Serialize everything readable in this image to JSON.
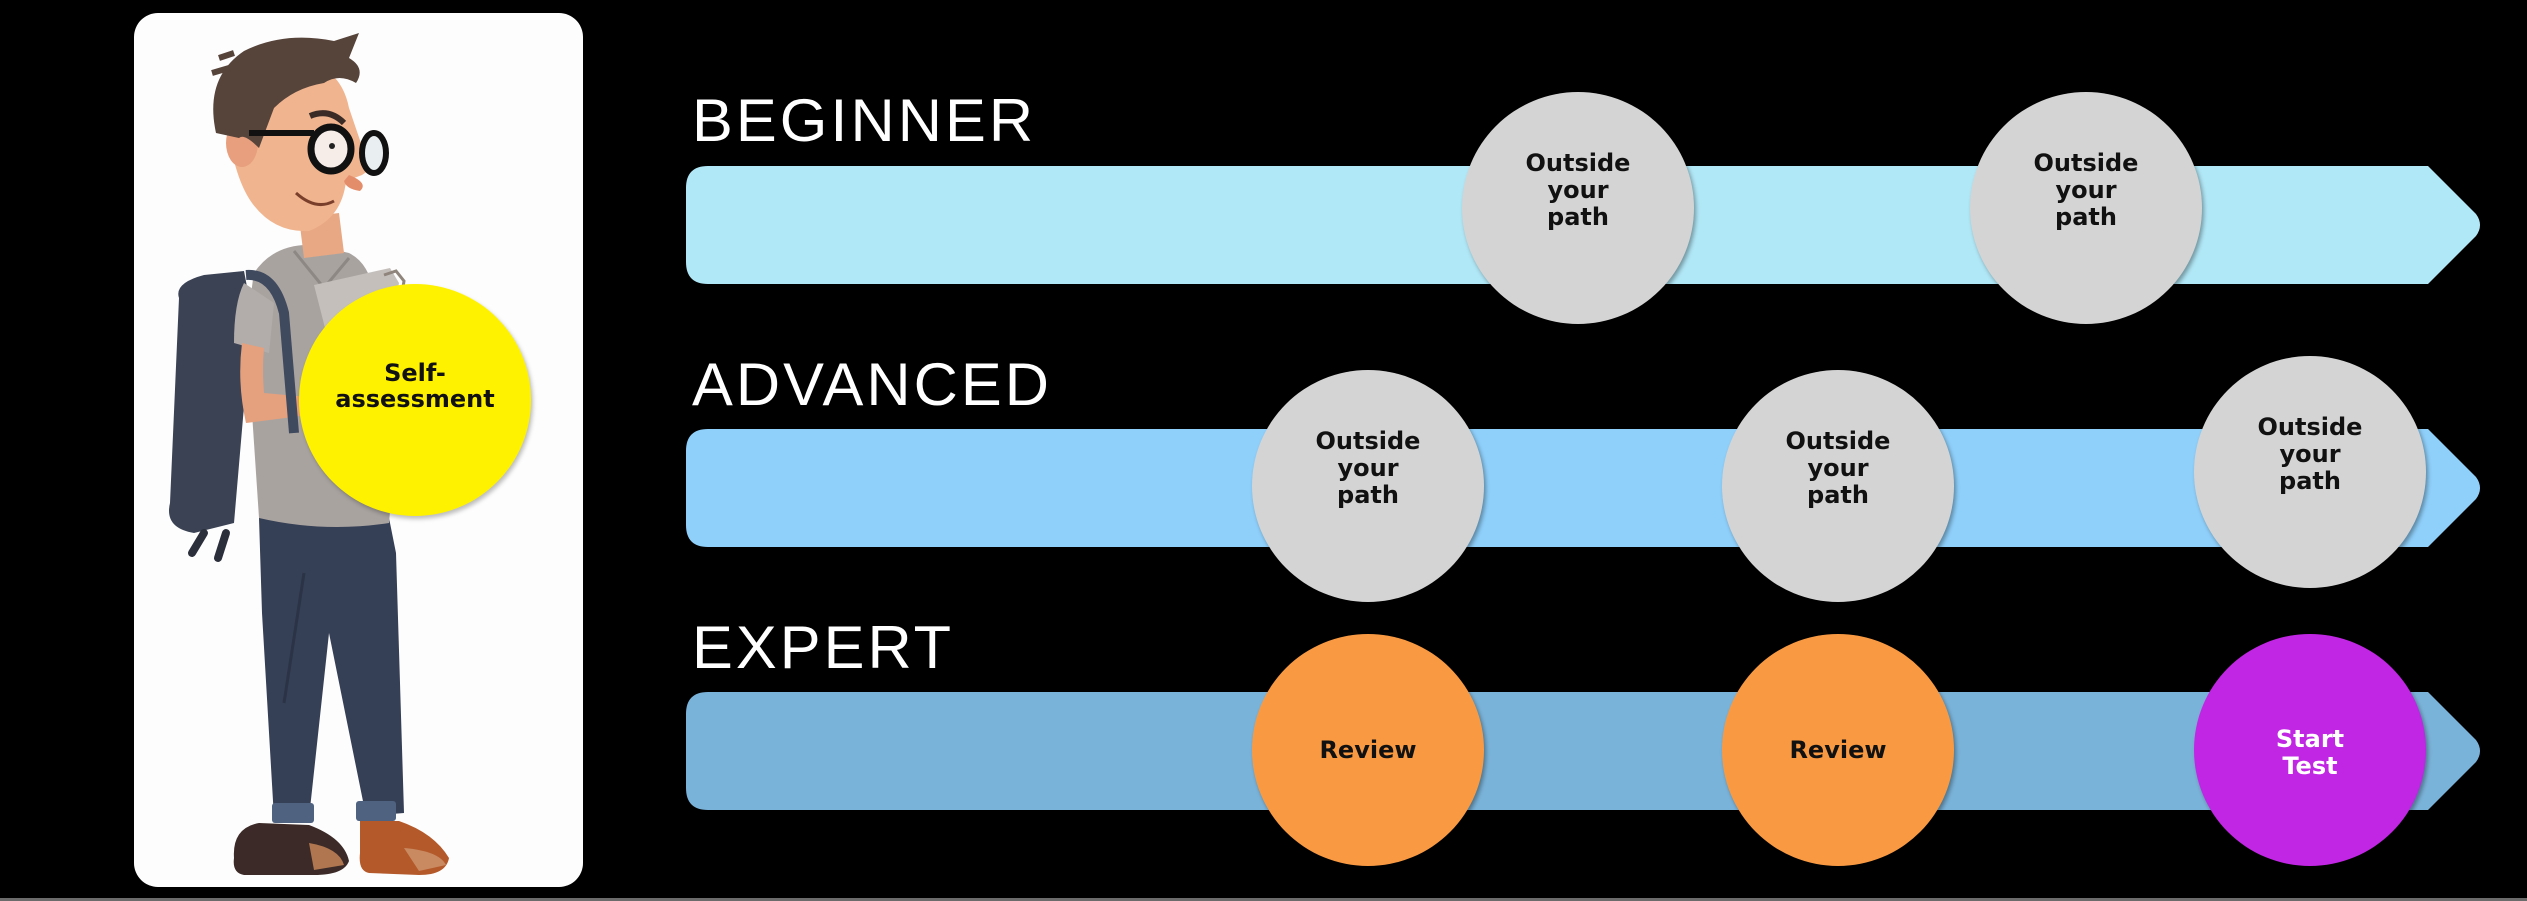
{
  "character": {
    "description": "cartoon student with glasses, backpack and book",
    "badge_label": "Self-\nassessment",
    "badge_color": "#fff200"
  },
  "levels": [
    {
      "title": "BEGINNER",
      "bar_color": "#b1e8f7",
      "steps": [
        {
          "label": "Outside\nyour\npath",
          "color": "#d4d4d4",
          "status": "outside"
        },
        {
          "label": "Outside\nyour\npath",
          "color": "#d4d4d4",
          "status": "outside"
        }
      ]
    },
    {
      "title": "ADVANCED",
      "bar_color": "#8fd0fb",
      "steps": [
        {
          "label": "Outside\nyour\npath",
          "color": "#d4d4d4",
          "status": "outside"
        },
        {
          "label": "Outside\nyour\npath",
          "color": "#d4d4d4",
          "status": "outside"
        },
        {
          "label": "Outside\nyour\npath",
          "color": "#d4d4d4",
          "status": "outside"
        }
      ]
    },
    {
      "title": "EXPERT",
      "bar_color": "#7ab3d9",
      "steps": [
        {
          "label": "Review",
          "color": "#f99a43",
          "status": "review"
        },
        {
          "label": "Review",
          "color": "#f99a43",
          "status": "review"
        },
        {
          "label": "Start\nTest",
          "color": "#c026e3",
          "status": "start"
        }
      ]
    }
  ]
}
